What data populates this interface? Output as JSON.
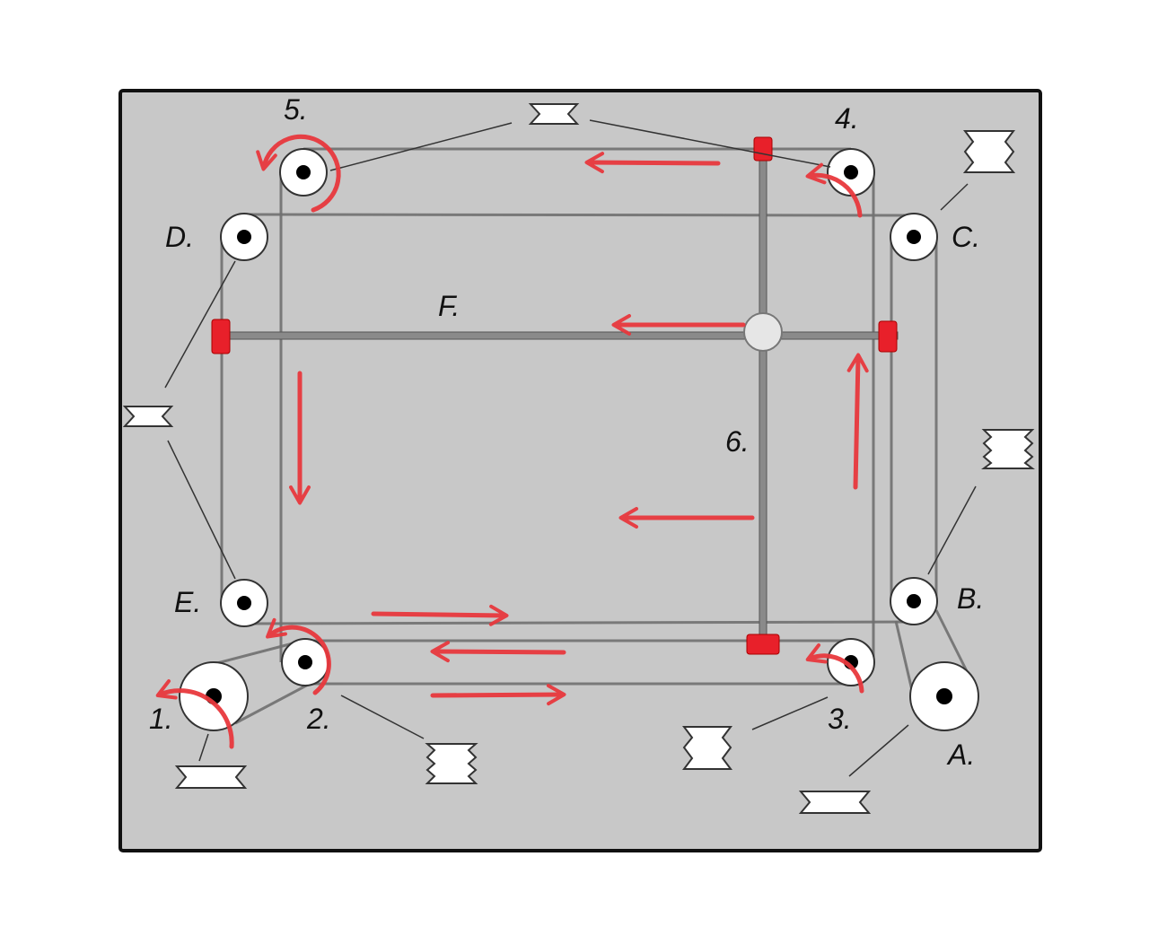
{
  "labels": {
    "pulley_1": "1.",
    "pulley_2": "2.",
    "pulley_3": "3.",
    "pulley_4": "4.",
    "pulley_5": "5.",
    "pulley_6": "6.",
    "pulley_a": "A.",
    "pulley_b": "B.",
    "pulley_c": "C.",
    "pulley_d": "D.",
    "pulley_e": "E.",
    "bar_f": "F."
  },
  "colors": {
    "background": "#ffffff",
    "panel": "#c8c8c8",
    "panel_border": "#111111",
    "belt": "#707070",
    "rod": "#8a8a8a",
    "pulley": "#ffffff",
    "axle": "#000000",
    "arrow": "#e8383d",
    "clamp": "#e8202a"
  },
  "icons": {
    "pulley": "pulley-icon",
    "profile_single": "single-groove-pulley-icon",
    "profile_double": "double-groove-pulley-icon",
    "profile_triple": "triple-groove-pulley-icon",
    "arrow": "motion-arrow-icon",
    "rotation": "rotation-arrow-icon"
  }
}
